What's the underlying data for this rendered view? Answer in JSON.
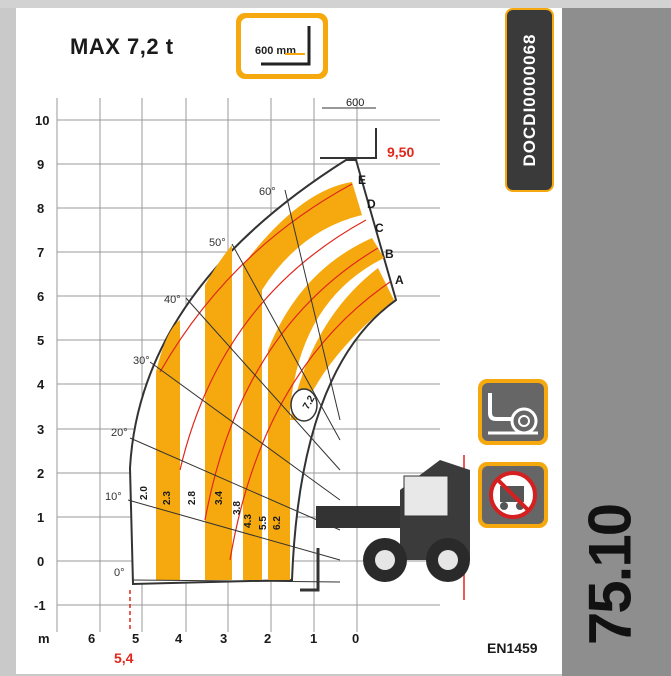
{
  "title": "MAX 7,2 t",
  "fork_badge": {
    "label": "600 mm",
    "icon": "fork-offset-icon"
  },
  "document_code": "DOCDI0000068",
  "model": "75.10",
  "standard": "EN1459",
  "chart": {
    "y_ticks": [
      "10",
      "9",
      "8",
      "7",
      "6",
      "5",
      "4",
      "3",
      "2",
      "1",
      "0",
      "-1"
    ],
    "x_ticks": [
      "m",
      "6",
      "5",
      "4",
      "3",
      "2",
      "1",
      "0"
    ],
    "angles": [
      "0°",
      "10°",
      "20°",
      "30°",
      "40°",
      "50°",
      "60°"
    ],
    "extensions": [
      "A",
      "B",
      "C",
      "D",
      "E"
    ],
    "capacity_zones": [
      "2.0",
      "2.3",
      "2.8",
      "3.4",
      "3.8",
      "4.3",
      "5.5",
      "6.2"
    ],
    "arc_label": "7.2",
    "fork_dimension": "600",
    "max_height": "9,50",
    "max_reach": "5,4"
  },
  "icons": {
    "tile1": "tyre-stabilizer-icon",
    "tile2": "no-outriggers-icon"
  },
  "colors": {
    "accent": "#f5a90f",
    "highlight_red": "#e0271b"
  }
}
